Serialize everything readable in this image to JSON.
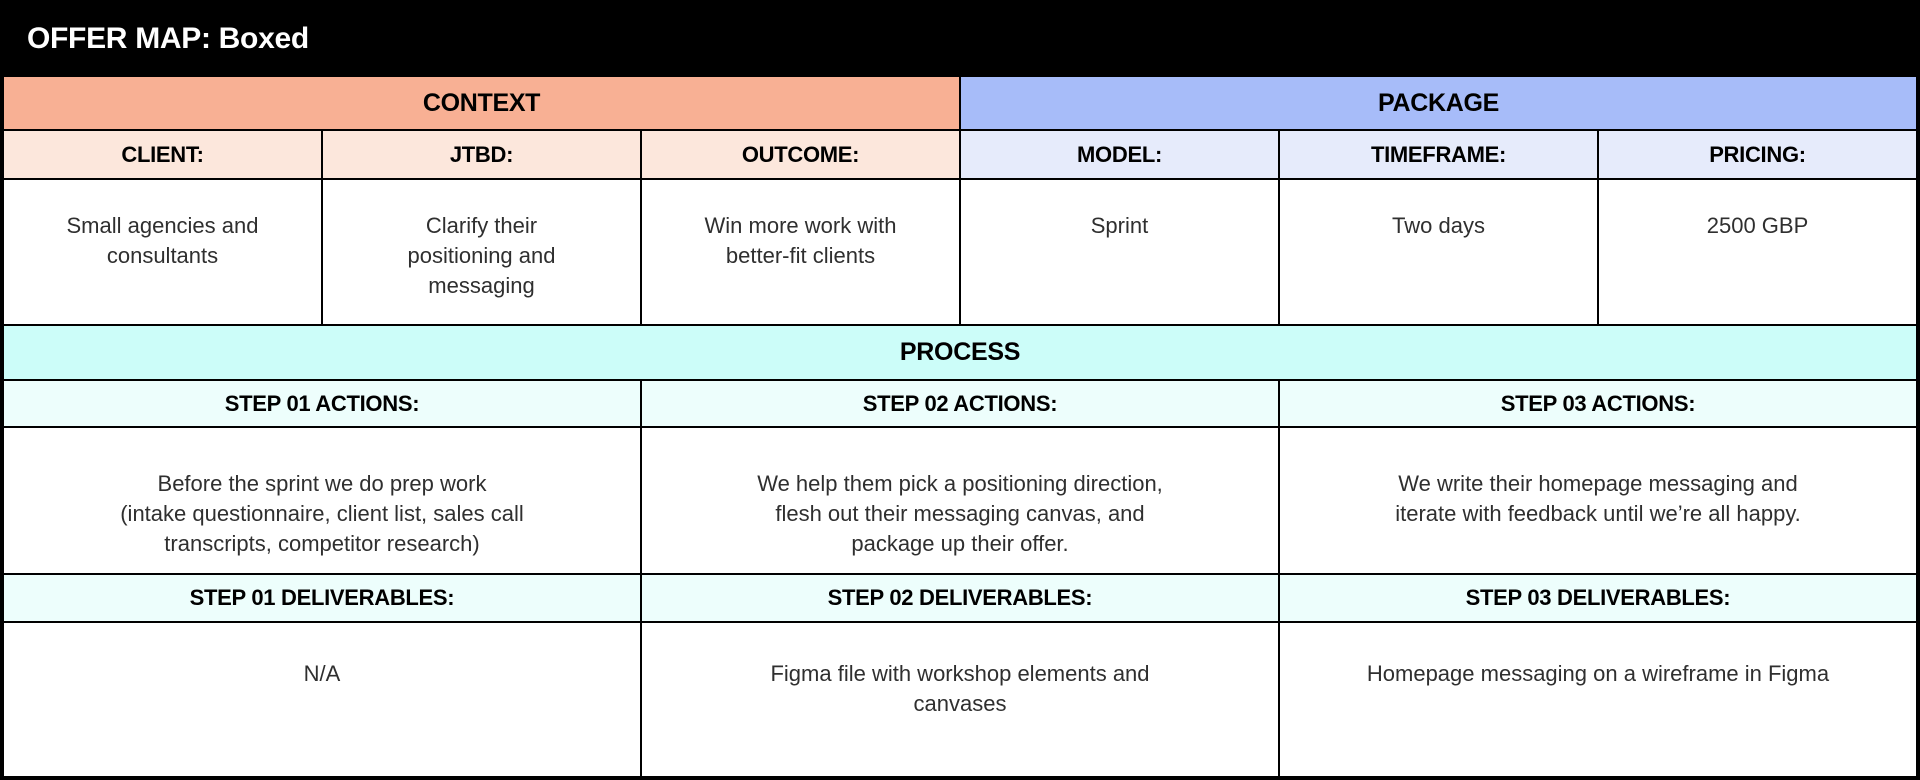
{
  "title": "OFFER MAP: Boxed",
  "colors": {
    "titlebar-bg": "#000000",
    "titlebar-text": "#ffffff",
    "grid-line": "#000000",
    "header-text": "#000000",
    "body-text": "#2f2f2f",
    "cell-bg": "#ffffff",
    "context-header-bg": "#f8b094",
    "context-label-bg": "#fce7dc",
    "package-header-bg": "#a7bcf9",
    "package-label-bg": "#e6ebfb",
    "process-header-bg": "#ccfdf9",
    "process-label-bg": "#edfefc"
  },
  "context": {
    "header": "CONTEXT",
    "fields": [
      {
        "label": "CLIENT:",
        "value": "Small agencies and\nconsultants"
      },
      {
        "label": "JTBD:",
        "value": "Clarify their\npositioning and\nmessaging"
      },
      {
        "label": "OUTCOME:",
        "value": "Win more work with\nbetter-fit clients"
      }
    ]
  },
  "package": {
    "header": "PACKAGE",
    "fields": [
      {
        "label": "MODEL:",
        "value": "Sprint"
      },
      {
        "label": "TIMEFRAME:",
        "value": "Two days"
      },
      {
        "label": "PRICING:",
        "value": "2500 GBP"
      }
    ]
  },
  "process": {
    "header": "PROCESS",
    "steps": [
      {
        "actions_label": "STEP 01 ACTIONS:",
        "actions": "Before the sprint we do prep work\n(intake questionnaire, client list, sales call\ntranscripts, competitor research)",
        "deliverables_label": "STEP 01 DELIVERABLES:",
        "deliverables": "N/A"
      },
      {
        "actions_label": "STEP 02 ACTIONS:",
        "actions": "We help them pick a positioning direction,\nflesh out their messaging canvas, and\npackage up their offer.",
        "deliverables_label": "STEP 02 DELIVERABLES:",
        "deliverables": "Figma file with workshop elements and\ncanvases"
      },
      {
        "actions_label": "STEP 03 ACTIONS:",
        "actions": "We write their homepage messaging and\niterate with feedback until we’re all happy.",
        "deliverables_label": "STEP 03 DELIVERABLES:",
        "deliverables": "Homepage messaging on a wireframe in Figma"
      }
    ]
  }
}
